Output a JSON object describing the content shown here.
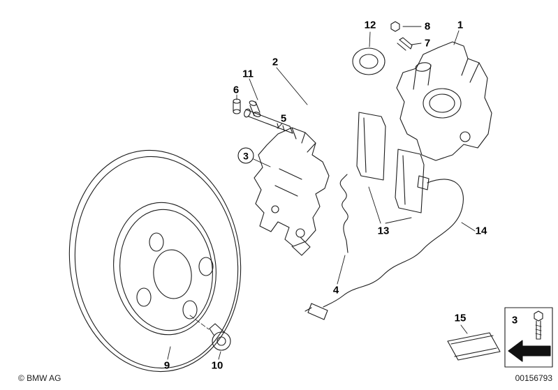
{
  "meta": {
    "copyright": "© BMW AG",
    "doc_number": "00156793",
    "background_color": "#ffffff",
    "line_color": "#1c1c1c"
  },
  "callouts": {
    "n1": "1",
    "n2": "2",
    "n3": "3",
    "n4": "4",
    "n5": "5",
    "n6": "6",
    "n7": "7",
    "n8": "8",
    "n9": "9",
    "n10": "10",
    "n11": "11",
    "n12": "12",
    "n13": "13",
    "n14": "14",
    "n15": "15"
  },
  "inset": {
    "label": "3"
  }
}
